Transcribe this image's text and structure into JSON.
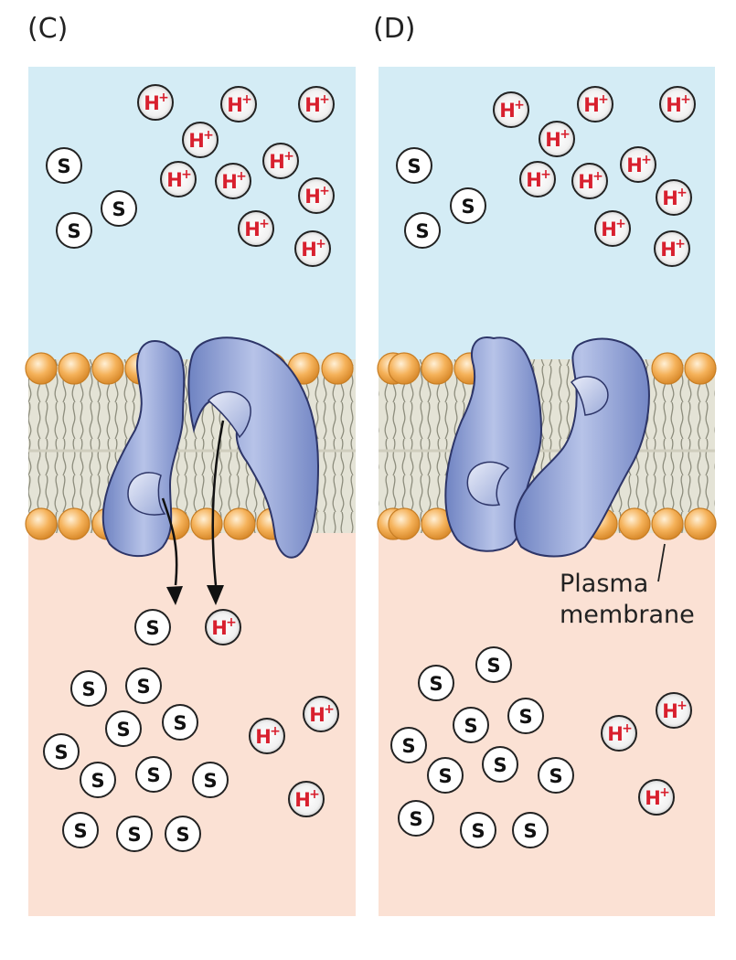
{
  "panels": [
    {
      "id": "C",
      "label": "(C)"
    },
    {
      "id": "D",
      "label": "(D)"
    }
  ],
  "ions": {
    "solute_symbol": "S",
    "proton_symbol": "H",
    "proton_charge": "+"
  },
  "annotation": {
    "line1": "Plasma",
    "line2": "membrane"
  },
  "colors": {
    "outside": "#d4ecf5",
    "inside": "#fbe1d4",
    "protein": "#8e9fd2",
    "head": "#f5b25a",
    "tail": "#8d8d7d",
    "proton_text": "#d8202e"
  }
}
